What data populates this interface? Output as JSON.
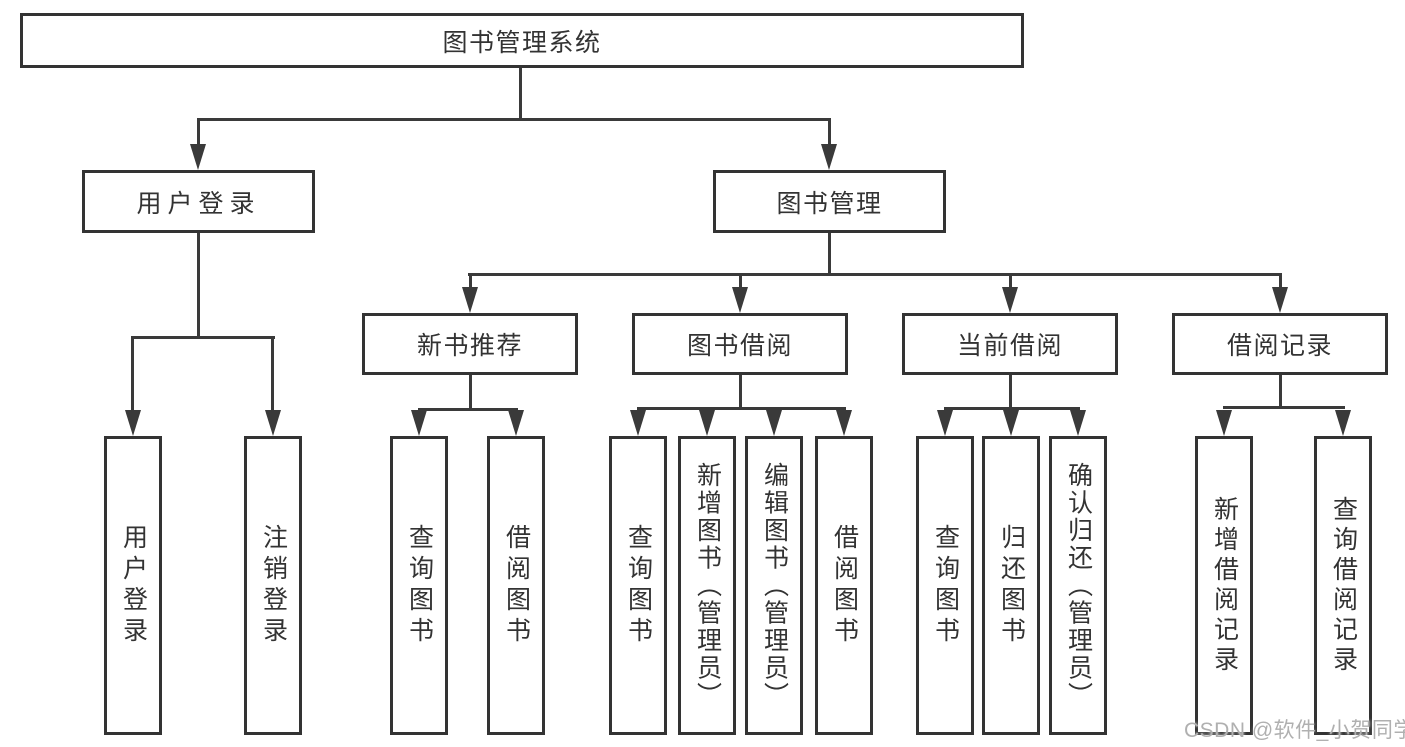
{
  "diagram": {
    "title": "图书管理系统",
    "colors": {
      "background": "#ffffff",
      "box_border": "#333333",
      "text": "#333333",
      "connector": "#3a3a3a",
      "watermark": "#b0b0b0"
    },
    "nodes": {
      "root": {
        "label": "图书管理系统"
      },
      "user_login": {
        "label": "用户登录"
      },
      "book_management": {
        "label": "图书管理"
      },
      "new_book_recommend": {
        "label": "新书推荐"
      },
      "book_borrowing": {
        "label": "图书借阅"
      },
      "current_borrowing": {
        "label": "当前借阅"
      },
      "borrowing_records": {
        "label": "借阅记录"
      },
      "leaf_user_login": {
        "label": "用户登录"
      },
      "leaf_logout": {
        "label": "注销登录"
      },
      "leaf_nb_query": {
        "label": "查询图书"
      },
      "leaf_nb_borrow": {
        "label": "借阅图书"
      },
      "leaf_bb_query": {
        "label": "查询图书"
      },
      "leaf_bb_add": {
        "label": "新增图书（管理员）"
      },
      "leaf_bb_edit": {
        "label": "编辑图书（管理员）"
      },
      "leaf_bb_borrow": {
        "label": "借阅图书"
      },
      "leaf_cb_query": {
        "label": "查询图书"
      },
      "leaf_cb_return": {
        "label": "归还图书"
      },
      "leaf_cb_confirm": {
        "label": "确认归还（管理员）"
      },
      "leaf_br_add": {
        "label": "新增借阅记录"
      },
      "leaf_br_query": {
        "label": "查询借阅记录"
      }
    }
  },
  "watermark": {
    "text": "CSDN @软件_小贺同学"
  }
}
